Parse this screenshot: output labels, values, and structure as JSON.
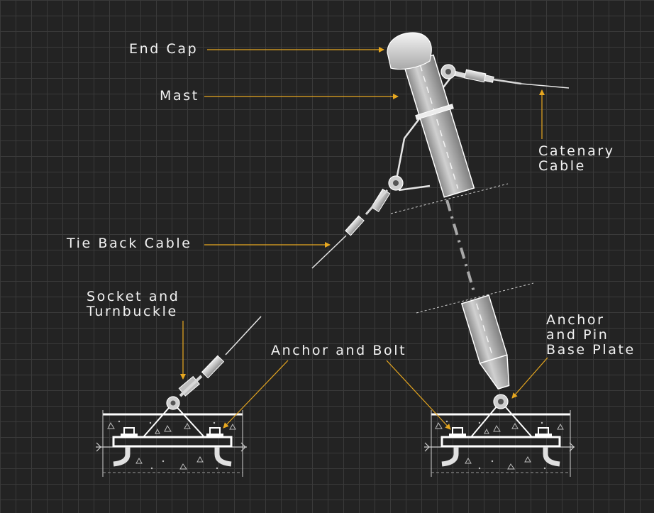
{
  "labels": {
    "end_cap": "End Cap",
    "mast": "Mast",
    "catenary_cable": "Catenary\nCable",
    "tie_back_cable": "Tie Back Cable",
    "socket_turnbuckle": "Socket and\nTurnbuckle",
    "anchor_bolt": "Anchor and Bolt",
    "anchor_pin_base_plate": "Anchor\nand Pin\nBase Plate"
  },
  "colors": {
    "background": "#232323",
    "grid": "#3a3a3a",
    "leader": "#e8a820",
    "label_text": "#f2f2f2",
    "metal": "#bdbdbd",
    "outline": "#ffffff"
  }
}
